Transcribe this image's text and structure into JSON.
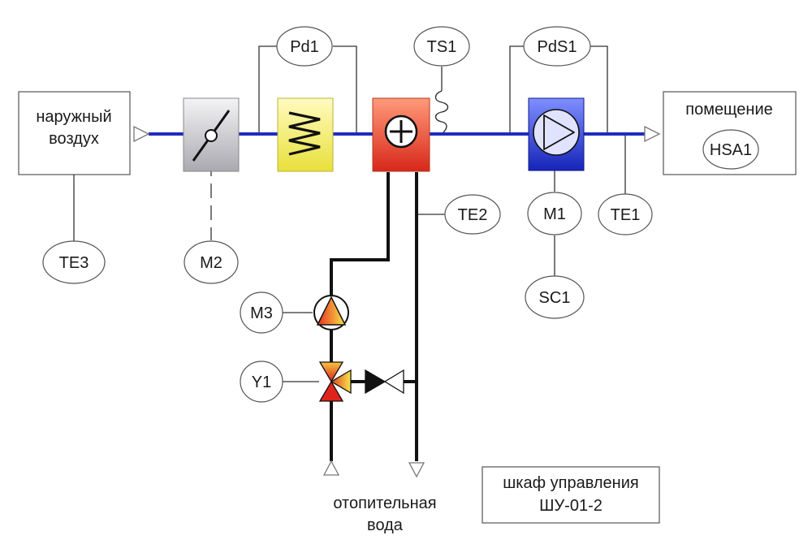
{
  "outside_air": {
    "line1": "наружный",
    "line2": "воздух"
  },
  "room": {
    "label": "помещение",
    "alarm": "HSA1"
  },
  "control_cabinet": {
    "line1": "шкаф управления",
    "line2": "ШУ-01-2"
  },
  "heating_water": {
    "line1": "отопительная",
    "line2": "вода"
  },
  "sensors": {
    "pd1": "Pd1",
    "ts1": "TS1",
    "pds1": "PdS1",
    "te3": "TE3",
    "m2": "M2",
    "te2": "TE2",
    "m1": "M1",
    "te1": "TE1",
    "sc1": "SC1",
    "m3": "M3",
    "y1": "Y1"
  },
  "colors": {
    "air_duct": "#1f2bbd",
    "water_pipe": "#111111",
    "filter_fill": "#f0ec4a",
    "heater_fill": "#ee4a2a",
    "fan_fill": "#2a3cd6",
    "damper_fill": "#c7c7cc"
  },
  "icons": {
    "damper": "air-damper-icon",
    "filter": "air-filter-icon",
    "heater": "water-heater-icon",
    "fan": "supply-fan-icon",
    "pump": "circulation-pump-icon",
    "valve": "three-way-valve-icon",
    "check_valve": "check-valve-icon"
  }
}
